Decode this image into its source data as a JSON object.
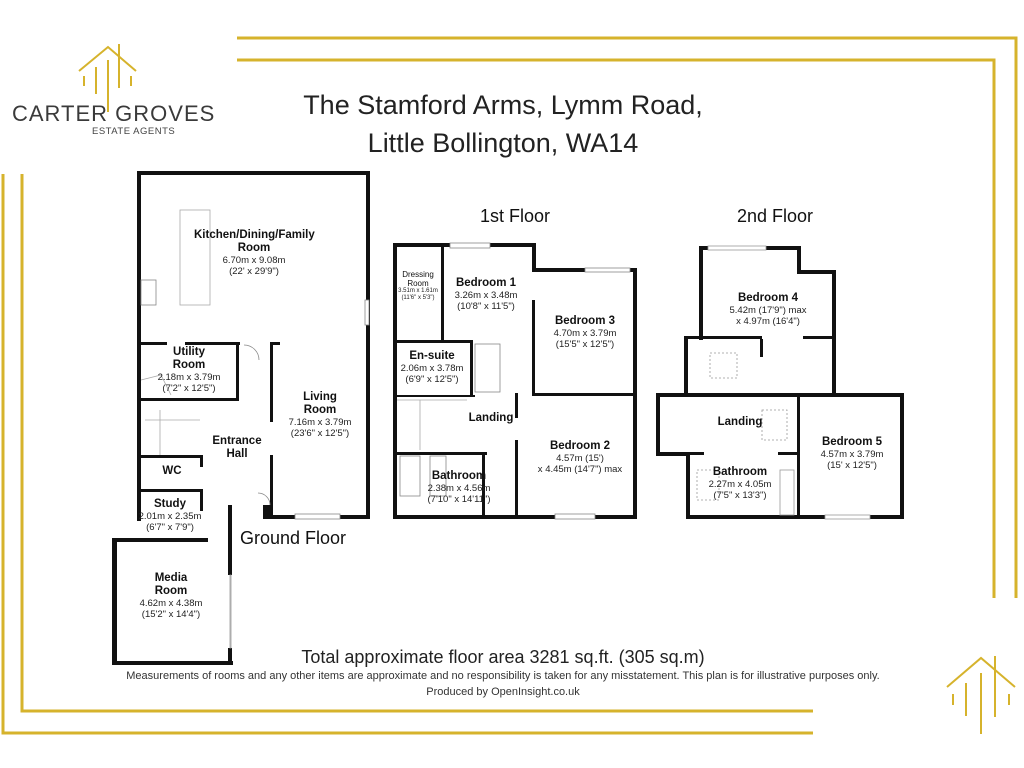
{
  "brand": {
    "name": "CARTER GROVES",
    "tagline": "ESTATE AGENTS",
    "logo_icon": "house-lines-icon",
    "accent_color": "#d6b32c"
  },
  "header": {
    "title_line1": "The Stamford Arms, Lymm Road,",
    "title_line2": "Little Bollington, WA14"
  },
  "floors": {
    "ground": {
      "label": "Ground Floor",
      "rooms": [
        {
          "name": "Kitchen/Dining/Family Room",
          "dims_m": "6.70m x 9.08m",
          "dims_ft": "(22' x 29'9\")"
        },
        {
          "name": "Utility Room",
          "dims_m": "2.18m x 3.79m",
          "dims_ft": "(7'2\" x 12'5\")"
        },
        {
          "name": "Living Room",
          "dims_m": "7.16m x 3.79m",
          "dims_ft": "(23'6\" x 12'5\")"
        },
        {
          "name": "Entrance Hall",
          "dims_m": "",
          "dims_ft": ""
        },
        {
          "name": "WC",
          "dims_m": "",
          "dims_ft": ""
        },
        {
          "name": "Study",
          "dims_m": "2.01m x 2.35m",
          "dims_ft": "(6'7\" x 7'9\")"
        },
        {
          "name": "Media Room",
          "dims_m": "4.62m x 4.38m",
          "dims_ft": "(15'2\" x 14'4\")"
        }
      ]
    },
    "first": {
      "label": "1st Floor",
      "rooms": [
        {
          "name": "Dressing Room",
          "dims_m": "3.51m x 1.61m",
          "dims_ft": "(11'6\" x 5'3\")"
        },
        {
          "name": "Bedroom 1",
          "dims_m": "3.26m x 3.48m",
          "dims_ft": "(10'8\" x 11'5\")"
        },
        {
          "name": "Bedroom 3",
          "dims_m": "4.70m x 3.79m",
          "dims_ft": "(15'5\" x 12'5\")"
        },
        {
          "name": "En-suite",
          "dims_m": "2.06m x 3.78m",
          "dims_ft": "(6'9\" x 12'5\")"
        },
        {
          "name": "Landing",
          "dims_m": "",
          "dims_ft": ""
        },
        {
          "name": "Bedroom 2",
          "dims_m": "4.57m (15')",
          "dims_ft": "x 4.45m (14'7\") max"
        },
        {
          "name": "Bathroom",
          "dims_m": "2.38m x 4.56m",
          "dims_ft": "(7'10\" x 14'11\")"
        }
      ]
    },
    "second": {
      "label": "2nd Floor",
      "rooms": [
        {
          "name": "Bedroom 4",
          "dims_m": "5.42m (17'9\") max",
          "dims_ft": "x 4.97m (16'4\")"
        },
        {
          "name": "Landing",
          "dims_m": "",
          "dims_ft": ""
        },
        {
          "name": "Bedroom 5",
          "dims_m": "4.57m x 3.79m",
          "dims_ft": "(15' x 12'5\")"
        },
        {
          "name": "Bathroom",
          "dims_m": "2.27m x 4.05m",
          "dims_ft": "(7'5\" x 13'3\")"
        }
      ]
    }
  },
  "footer": {
    "total_area": "Total approximate floor area 3281 sq.ft. (305 sq.m)",
    "disclaimer": "Measurements of rooms and any other items are approximate and no responsibility is taken for any misstatement. This plan is for illustrative purposes only.",
    "produced_by": "Produced by OpenInsight.co.uk"
  }
}
